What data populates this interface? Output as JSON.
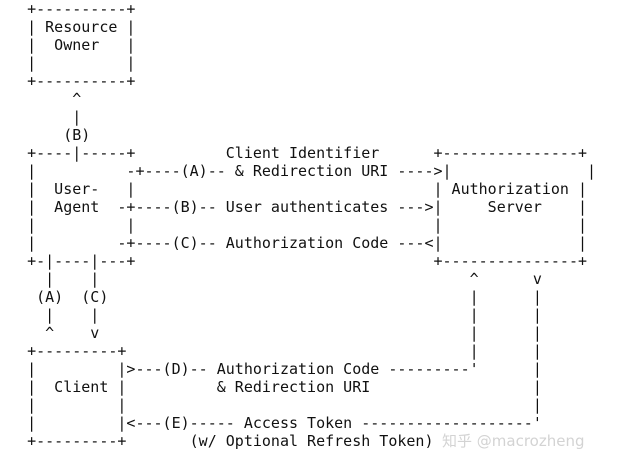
{
  "diagram": {
    "lines": [
      "   +----------+",
      "   | Resource |",
      "   |  Owner   |",
      "   |          |",
      "   +----------+",
      "        ^",
      "        |",
      "       (B)",
      "   +----|-----+          Client Identifier      +---------------+",
      "   |          -+----(A)-- & Redirection URI ---->|               |",
      "   |  User-   |                                 | Authorization |",
      "   |  Agent  -+----(B)-- User authenticates --->|     Server    |",
      "   |          |                                 |               |",
      "   |         -+----(C)-- Authorization Code ---<|               |",
      "   +-|----|---+                                 +---------------+",
      "     |    |                                         ^      v",
      "    (A)  (C)                                        |      |",
      "     |    |                                         |      |",
      "     ^    v                                         |      |",
      "   +---------+                                      |      |",
      "   |         |>---(D)-- Authorization Code ---------'      |",
      "   |  Client |          & Redirection URI                  |",
      "   |         |                                             |",
      "   |         |<---(E)----- Access Token -------------------'",
      "   +---------+       (w/ Optional Refresh Token)"
    ],
    "watermark": "知乎 @macrozheng"
  }
}
